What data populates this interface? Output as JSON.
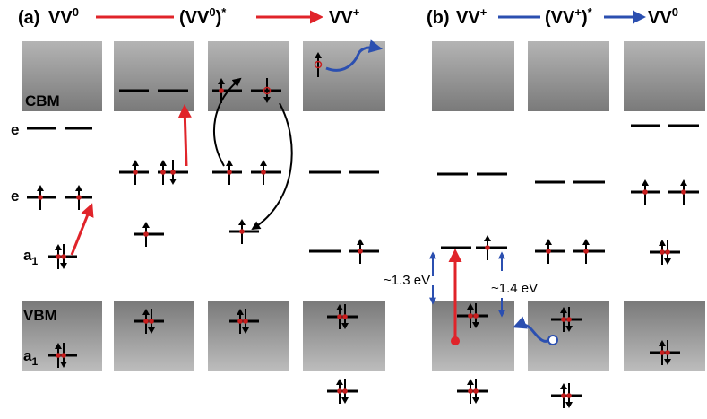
{
  "panel_a": {
    "letter": "(a)",
    "initial_state": "VV",
    "initial_charge": "0",
    "excited_state": "(VV",
    "excited_charge": "0",
    "excited_close": ")",
    "excited_star": "*",
    "final_state": "VV",
    "final_charge": "+"
  },
  "panel_b": {
    "letter": "(b)",
    "initial_state": "VV",
    "initial_charge": "+",
    "excited_state": "(VV",
    "excited_charge": "+",
    "excited_close": ")",
    "excited_star": "*",
    "final_state": "VV",
    "final_charge": "0"
  },
  "labels": {
    "cbm": "CBM",
    "vbm": "VBM",
    "e_upper": "e",
    "e_lower": "e",
    "a1_upper": "a",
    "a1_upper_sub": "1",
    "a1_lower": "a",
    "a1_lower_sub": "1"
  },
  "energies": {
    "gap_left": "~1.3 eV",
    "gap_right": "~1.4 eV"
  },
  "colors": {
    "red_arrow": "#e0242a",
    "blue_arrow": "#2b4fb0",
    "electron_dot": "#c81e1e",
    "level": "#000000"
  },
  "icons": {
    "spin_up": "arrow-up",
    "spin_down": "arrow-down"
  }
}
